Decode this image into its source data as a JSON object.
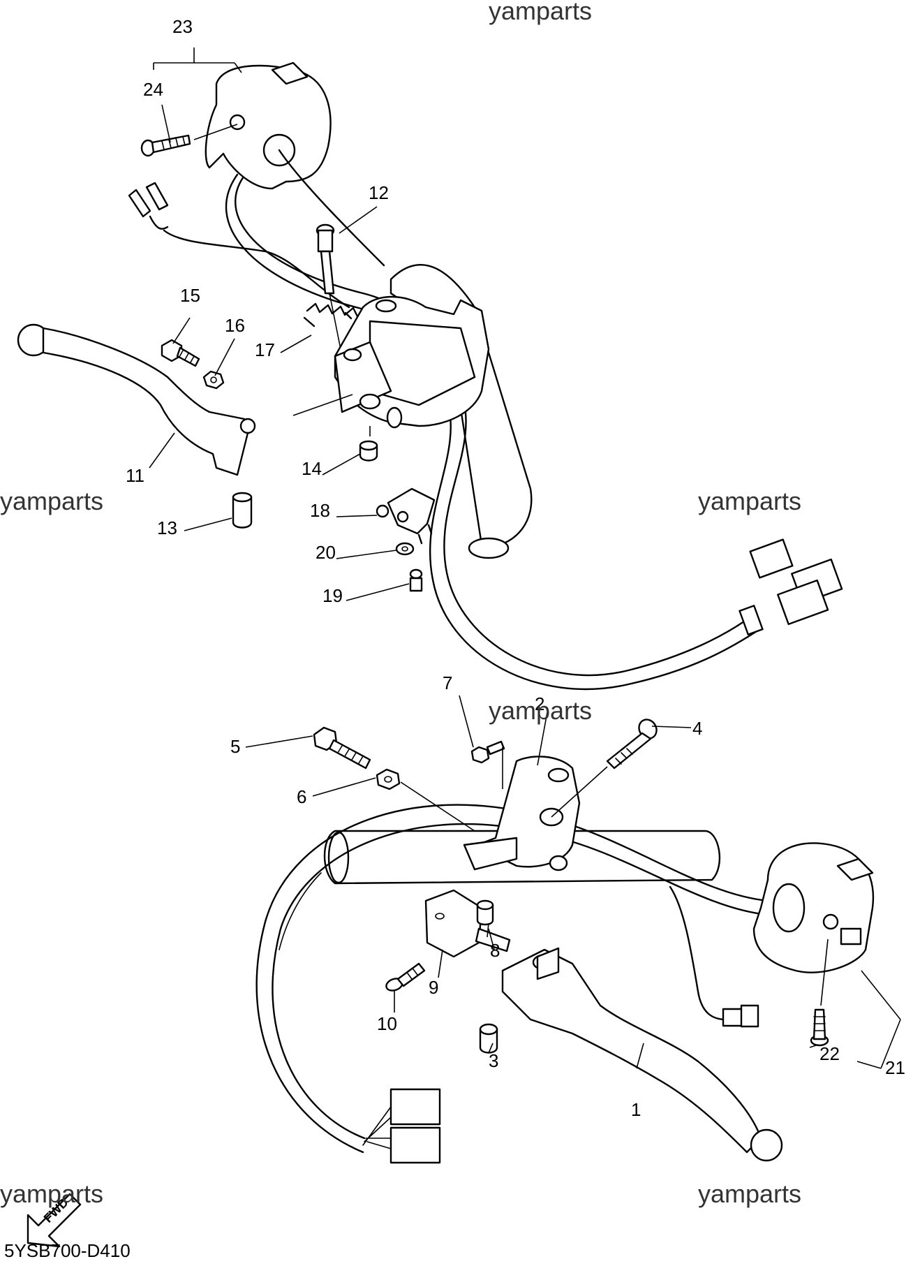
{
  "diagram": {
    "drawing_code": "5YSB700-D410",
    "watermark": "yamparts",
    "direction_label": "FWD",
    "callouts": {
      "c1": "1",
      "c2": "2",
      "c3": "3",
      "c4": "4",
      "c5": "5",
      "c6": "6",
      "c7": "7",
      "c8": "8",
      "c9": "9",
      "c10": "10",
      "c11": "11",
      "c12": "12",
      "c13": "13",
      "c14": "14",
      "c15": "15",
      "c16": "16",
      "c17": "17",
      "c18": "18",
      "c19": "19",
      "c20": "20",
      "c21": "21",
      "c22": "22",
      "c23": "23",
      "c24": "24"
    }
  }
}
